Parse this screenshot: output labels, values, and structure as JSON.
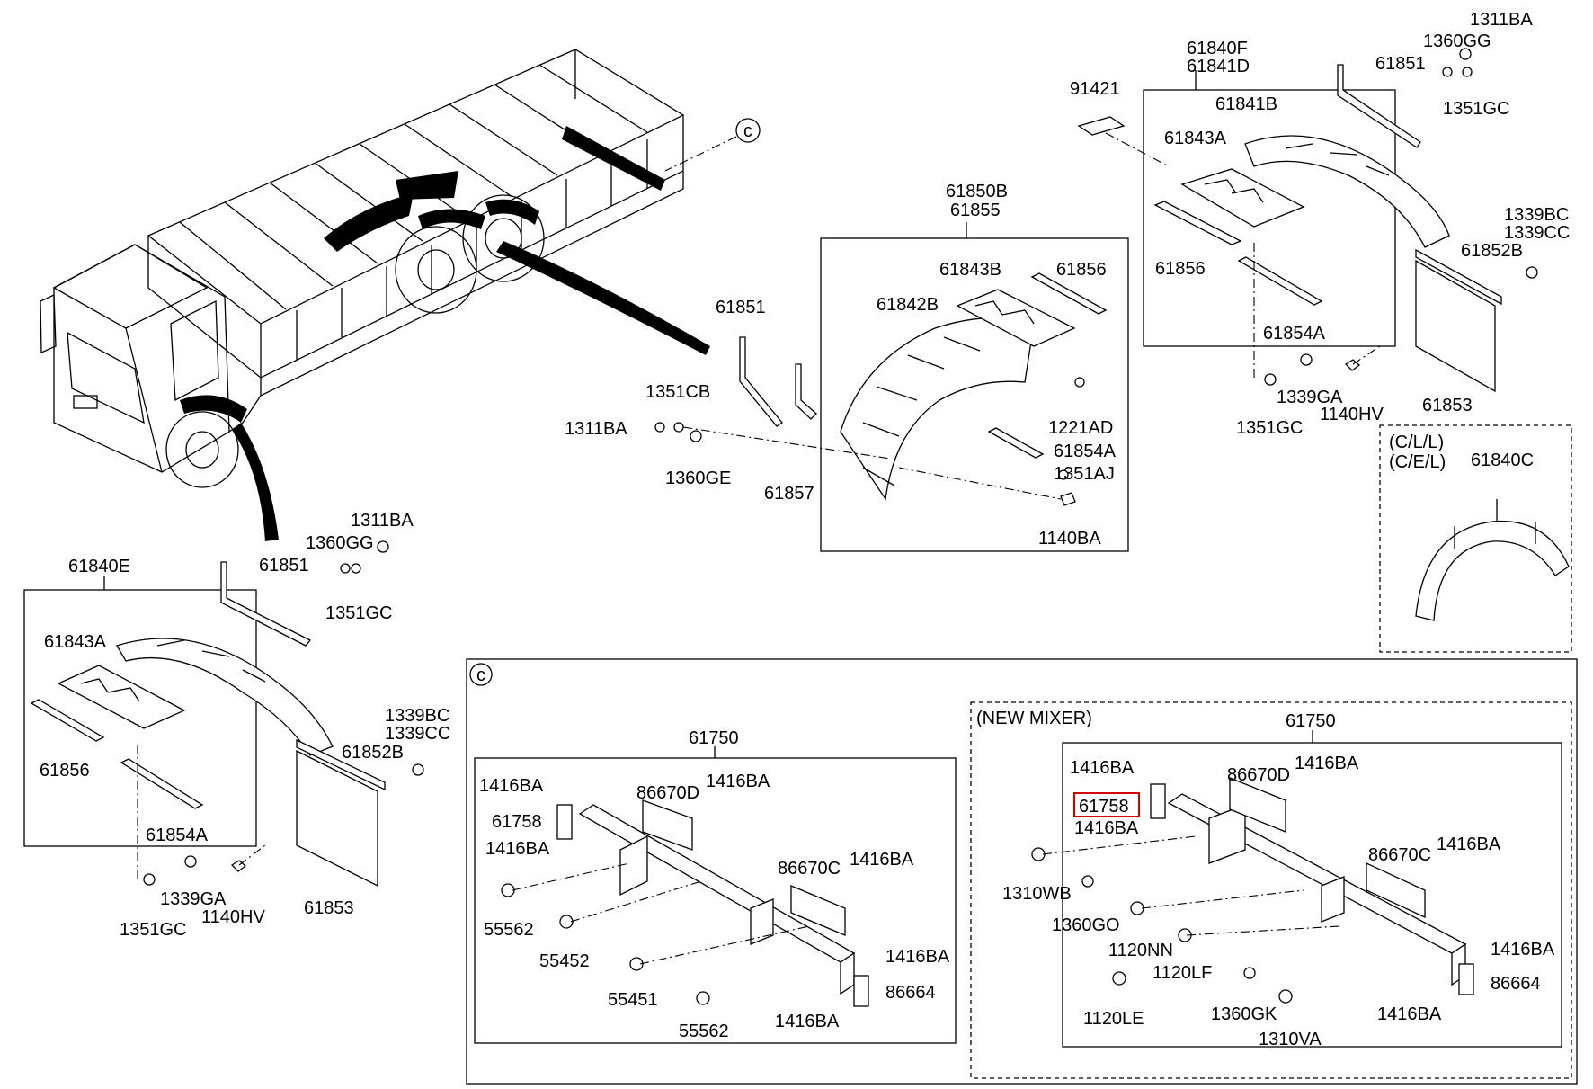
{
  "colors": {
    "line": "#000000",
    "background": "#ffffff",
    "highlight": "#d40000"
  },
  "callouts": {
    "c_main": "c",
    "c_sec": "c",
    "sec_new_mixer": "(NEW MIXER)",
    "cll": "(C/L/L)",
    "cel": "(C/E/L)"
  },
  "labels": {
    "tr_61840F": "61840F",
    "tr_61841D": "61841D",
    "tr_61841B": "61841B",
    "tr_61843A": "61843A",
    "tr_61856": "61856",
    "tr_61854A": "61854A",
    "tr_91421": "91421",
    "tr_61851": "61851",
    "tr_1360GG": "1360GG",
    "tr_1311BA": "1311BA",
    "tr_1351GC": "1351GC",
    "tr_1339BC": "1339BC",
    "tr_1339CC": "1339CC",
    "tr_61852B": "61852B",
    "tr_61853": "61853",
    "tr_1339GA": "1339GA",
    "tr_1140HV": "1140HV",
    "tr_1351GC_b": "1351GC",
    "cl_61840C": "61840C",
    "md_61850B": "61850B",
    "md_61855": "61855",
    "md_61843B": "61843B",
    "md_61856": "61856",
    "md_61842B": "61842B",
    "md_1221AD": "1221AD",
    "md_61854A": "61854A",
    "md_1351AJ": "1351AJ",
    "md_1140BA": "1140BA",
    "md_61851": "61851",
    "md_1351CB": "1351CB",
    "md_1311BA": "1311BA",
    "md_1360GE": "1360GE",
    "md_61857": "61857",
    "bl_61840E": "61840E",
    "bl_61851": "61851",
    "bl_1311BA": "1311BA",
    "bl_1360GG": "1360GG",
    "bl_1351GC": "1351GC",
    "bl_61843A": "61843A",
    "bl_61856": "61856",
    "bl_61854A": "61854A",
    "bl_1339BC": "1339BC",
    "bl_1339CC": "1339CC",
    "bl_61852B": "61852B",
    "bl_61853": "61853",
    "bl_1339GA": "1339GA",
    "bl_1140HV": "1140HV",
    "bl_1351GC_b": "1351GC",
    "c1_61750": "61750",
    "c1_1416BA_a": "1416BA",
    "c1_86670D": "86670D",
    "c1_1416BA_b": "1416BA",
    "c1_61758": "61758",
    "c1_1416BA_c": "1416BA",
    "c1_86670C": "86670C",
    "c1_1416BA_d": "1416BA",
    "c1_55562_a": "55562",
    "c1_55452": "55452",
    "c1_55451": "55451",
    "c1_55562_b": "55562",
    "c1_1416BA_e": "1416BA",
    "c1_86664": "86664",
    "c1_1416BA_f": "1416BA",
    "c2_61750": "61750",
    "c2_1416BA_a": "1416BA",
    "c2_86670D": "86670D",
    "c2_1416BA_b": "1416BA",
    "c2_61758": "61758",
    "c2_1416BA_c": "1416BA",
    "c2_86670C": "86670C",
    "c2_1416BA_d": "1416BA",
    "c2_1310WB": "1310WB",
    "c2_1360GO": "1360GO",
    "c2_1120NN": "1120NN",
    "c2_1120LF": "1120LF",
    "c2_1120LE": "1120LE",
    "c2_1360GK": "1360GK",
    "c2_1310VA": "1310VA",
    "c2_1416BA_e": "1416BA",
    "c2_86664": "86664",
    "c2_1416BA_f": "1416BA"
  }
}
